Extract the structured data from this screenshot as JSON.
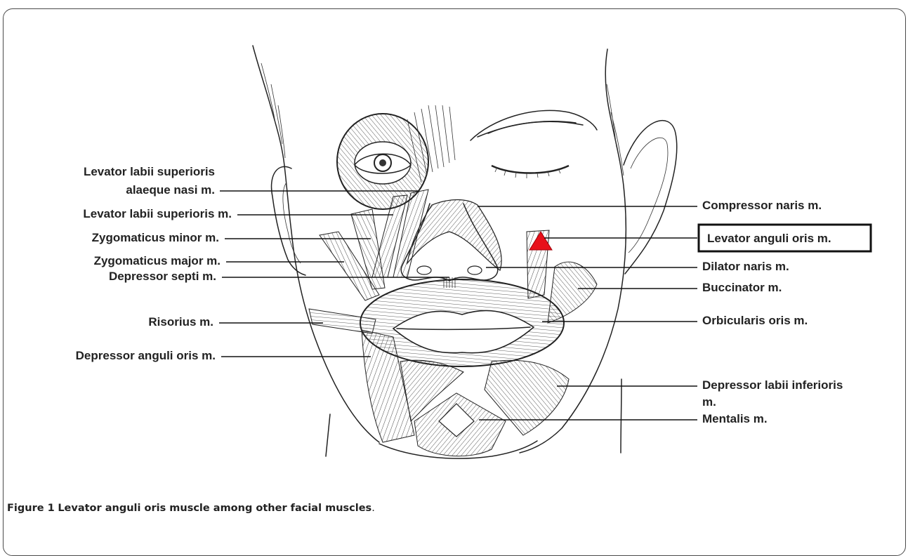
{
  "figure": {
    "caption_label": "Figure 1",
    "caption_text": "Levator anguli oris muscle among other facial muscles",
    "caption_end": "."
  },
  "labels": {
    "left": [
      {
        "key": "llsan_1",
        "text": "Levator labii superioris"
      },
      {
        "key": "llsan_2",
        "text": "alaeque nasi m."
      },
      {
        "key": "lls",
        "text": "Levator labii superioris m."
      },
      {
        "key": "zmin",
        "text": "Zygomaticus minor m."
      },
      {
        "key": "zmaj",
        "text": "Zygomaticus major m."
      },
      {
        "key": "dsep",
        "text": "Depressor septi m."
      },
      {
        "key": "ris",
        "text": "Risorius m."
      },
      {
        "key": "dao",
        "text": "Depressor anguli oris m."
      }
    ],
    "right": [
      {
        "key": "comp",
        "text": "Compressor naris m."
      },
      {
        "key": "lao",
        "text": "Levator anguli oris m."
      },
      {
        "key": "dil",
        "text": "Dilator naris m."
      },
      {
        "key": "bucc",
        "text": "Buccinator m."
      },
      {
        "key": "orb",
        "text": "Orbicularis oris m."
      },
      {
        "key": "dli_1",
        "text": "Depressor labii inferioris"
      },
      {
        "key": "dli_2",
        "text": "m."
      },
      {
        "key": "ment",
        "text": "Mentalis m."
      }
    ]
  },
  "highlight": {
    "marker_color": "#e8101a",
    "marker_shape": "triangle",
    "boxed_label": "Levator anguli oris m."
  }
}
